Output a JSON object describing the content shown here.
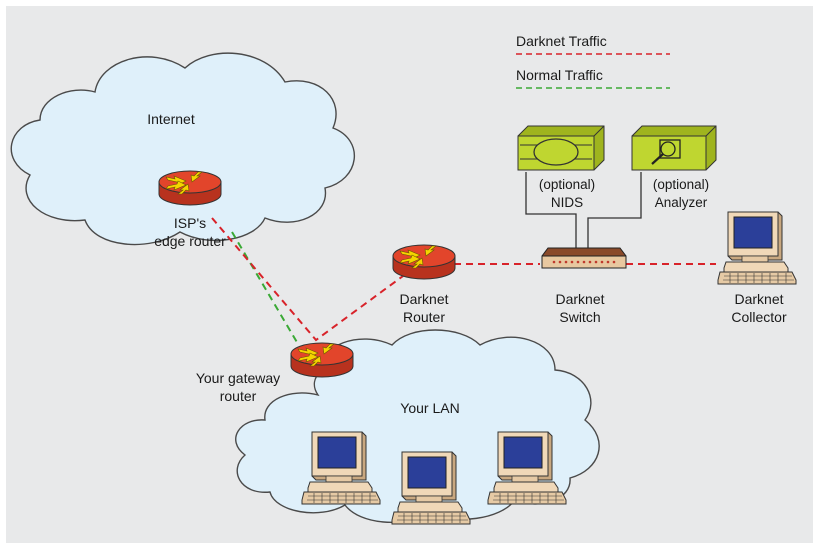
{
  "legend": {
    "darknet_traffic": "Darknet Traffic",
    "normal_traffic": "Normal Traffic"
  },
  "nodes": {
    "internet": "Internet",
    "isp_router": [
      "ISP's",
      "edge router"
    ],
    "gateway_router": [
      "Your gateway",
      "router"
    ],
    "darknet_router": [
      "Darknet",
      "Router"
    ],
    "darknet_switch": [
      "Darknet",
      "Switch"
    ],
    "darknet_collector": [
      "Darknet",
      "Collector"
    ],
    "nids": [
      "(optional)",
      "NIDS"
    ],
    "analyzer": [
      "(optional)",
      "Analyzer"
    ],
    "lan": "Your LAN"
  },
  "colors": {
    "background": "#e8e9ea",
    "cloud_fill": "#dff0fa",
    "cloud_stroke": "#4a4a4a",
    "darknet_line": "#d8232a",
    "normal_line": "#3aa935",
    "router_fill": "#e2452b",
    "device_green": "#bfd630",
    "computer_beige": "#f0d8b8",
    "screen_blue": "#2b3f99"
  }
}
